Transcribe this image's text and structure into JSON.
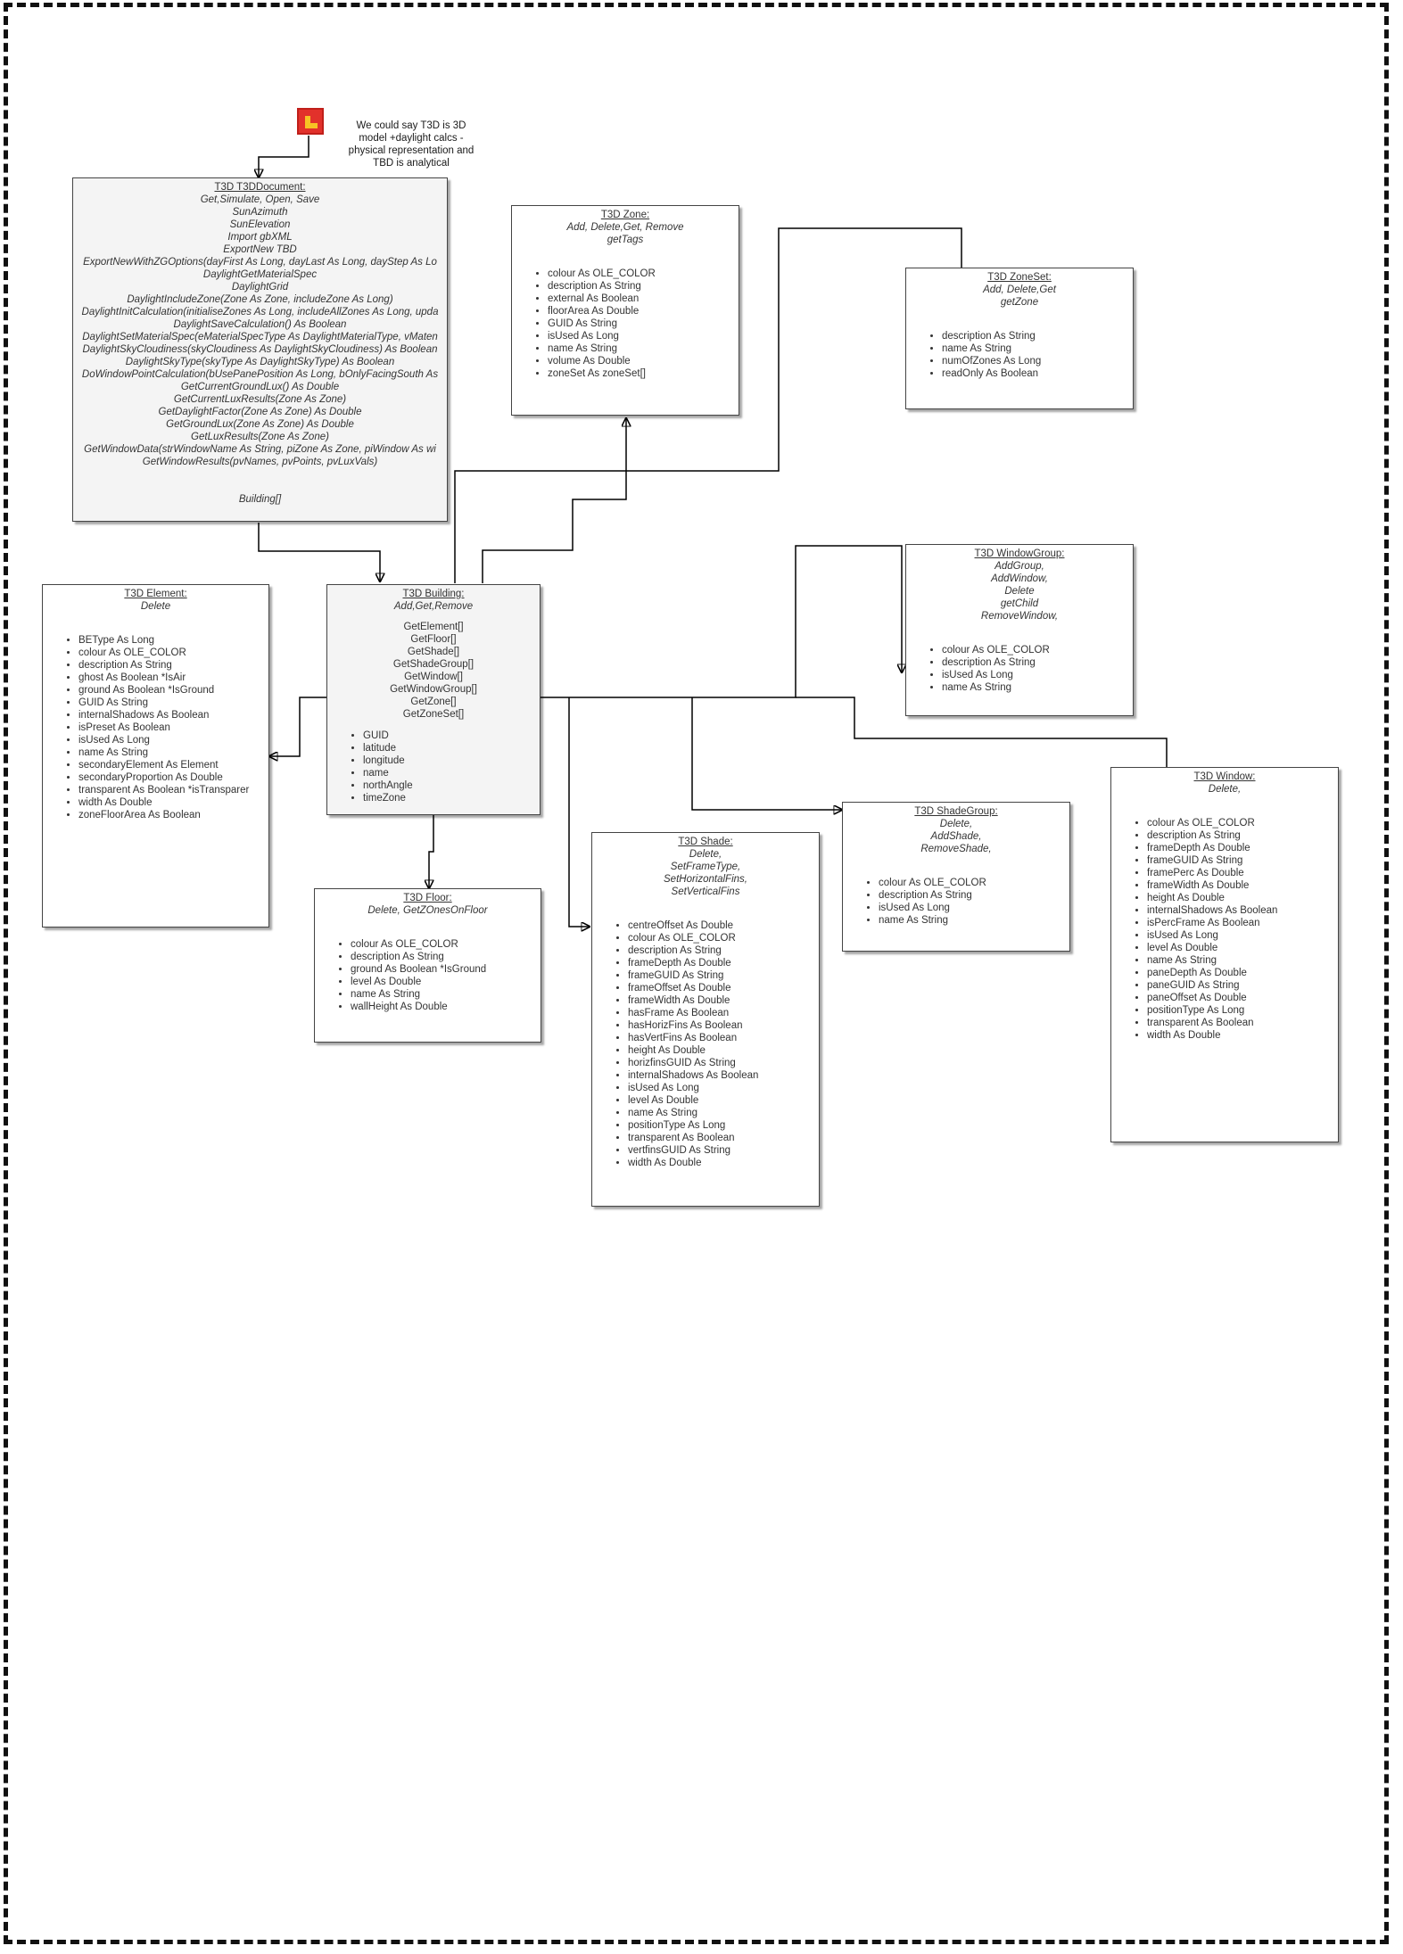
{
  "note": {
    "lines": [
      "We could say T3D is 3D",
      "model +daylight calcs -",
      "physical representation and",
      "TBD is analytical"
    ]
  },
  "colors": {
    "logo_red": "#e2312b",
    "logo_yellow": "#f7c324",
    "box_border": "#444444",
    "grey_fill": "#f4f4f4"
  },
  "boxes": {
    "document": {
      "title": "T3D T3DDocument:",
      "methods": [
        "Get,Simulate, Open, Save",
        "SunAzimuth",
        "SunElevation",
        "Import gbXML",
        "ExportNew TBD",
        "ExportNewWithZGOptions(dayFirst As Long, dayLast As Long, dayStep As Lo",
        "DaylightGetMaterialSpec",
        "DaylightGrid",
        "DaylightIncludeZone(Zone As Zone, includeZone As Long)",
        "DaylightInitCalculation(initialiseZones As Long, includeAllZones As Long, upda",
        "DaylightSaveCalculation() As Boolean",
        "DaylightSetMaterialSpec(eMaterialSpecType As DaylightMaterialType, vMaten",
        "DaylightSkyCloudiness(skyCloudiness As DaylightSkyCloudiness) As Boolean",
        "DaylightSkyType(skyType As DaylightSkyType) As Boolean",
        "DoWindowPointCalculation(bUsePanePosition As Long, bOnlyFacingSouth As",
        "GetCurrentGroundLux() As Double",
        "GetCurrentLuxResults(Zone As Zone)",
        "GetDaylightFactor(Zone As Zone) As Double",
        "GetGroundLux(Zone As Zone) As Double",
        "GetLuxResults(Zone As Zone)",
        "GetWindowData(strWindowName As String, piZone As Zone, piWindow As wi",
        "GetWindowResults(pvNames, pvPoints, pvLuxVals)"
      ],
      "footer": "Building[]"
    },
    "zone": {
      "title": "T3D Zone:",
      "methods": [
        "Add, Delete,Get, Remove",
        "getTags"
      ],
      "props": [
        "colour As OLE_COLOR",
        "description As String",
        "external As Boolean",
        "floorArea As Double",
        "GUID As String",
        "isUsed As Long",
        "name As String",
        "volume As Double",
        "zoneSet As zoneSet[]"
      ]
    },
    "zoneset": {
      "title": "T3D ZoneSet:",
      "methods": [
        "Add, Delete,Get",
        "getZone"
      ],
      "props": [
        "description As String",
        "name As String",
        "numOfZones As Long",
        "readOnly As Boolean"
      ]
    },
    "windowgroup": {
      "title": "T3D WindowGroup:",
      "methods": [
        "AddGroup,",
        "AddWindow,",
        "Delete",
        "getChild",
        "RemoveWindow,"
      ],
      "props": [
        "colour As OLE_COLOR",
        "description As String",
        "isUsed As Long",
        "name As String"
      ]
    },
    "element": {
      "title": "T3D Element:",
      "methods": [
        "Delete"
      ],
      "props": [
        "BEType As Long",
        "colour As OLE_COLOR",
        "description As String",
        "ghost As Boolean *IsAir",
        "ground As Boolean *IsGround",
        "GUID As String",
        "internalShadows As Boolean",
        "isPreset As Boolean",
        "isUsed As Long",
        "name As String",
        "secondaryElement As Element",
        "secondaryProportion As Double",
        "transparent As Boolean *isTransparer",
        "width As Double",
        "zoneFloorArea As Boolean"
      ]
    },
    "building": {
      "title": "T3D Building:",
      "methods": [
        "Add,Get,Remove"
      ],
      "calls": [
        "GetElement[]",
        "GetFloor[]",
        "GetShade[]",
        "GetShadeGroup[]",
        "GetWindow[]",
        "GetWindowGroup[]",
        "GetZone[]",
        "GetZoneSet[]"
      ],
      "props": [
        "GUID",
        "latitude",
        "longitude",
        "name",
        "northAngle",
        "timeZone"
      ]
    },
    "floor": {
      "title": "T3D Floor:",
      "methods": [
        "Delete, GetZOnesOnFloor"
      ],
      "props": [
        "colour As OLE_COLOR",
        "description As String",
        "ground As Boolean *IsGround",
        "level As Double",
        "name As String",
        "wallHeight As Double"
      ]
    },
    "shade": {
      "title": "T3D Shade:",
      "methods": [
        "Delete,",
        "SetFrameType,",
        "SetHorizontalFins,",
        "SetVerticalFins"
      ],
      "props": [
        "centreOffset As Double",
        "colour As OLE_COLOR",
        "description As String",
        "frameDepth As Double",
        "frameGUID As String",
        "frameOffset As Double",
        "frameWidth As Double",
        "hasFrame As Boolean",
        "hasHorizFins As Boolean",
        "hasVertFins As Boolean",
        "height As Double",
        "horizfinsGUID As String",
        "internalShadows As Boolean",
        "isUsed As Long",
        "level As Double",
        "name As String",
        "positionType As Long",
        "transparent As Boolean",
        "vertfinsGUID As String",
        "width As Double"
      ]
    },
    "shadegroup": {
      "title": "T3D ShadeGroup:",
      "methods": [
        "Delete,",
        "AddShade,",
        "RemoveShade,"
      ],
      "props": [
        "colour As OLE_COLOR",
        "description As String",
        "isUsed As Long",
        "name As String"
      ]
    },
    "window": {
      "title": "T3D Window:",
      "methods": [
        "Delete,"
      ],
      "props": [
        "colour As OLE_COLOR",
        "description As String",
        "frameDepth As Double",
        "frameGUID As String",
        "framePerc As Double",
        "frameWidth As Double",
        "height As Double",
        "internalShadows As Boolean",
        "isPercFrame As Boolean",
        "isUsed As Long",
        "level As Double",
        "name As String",
        "paneDepth As Double",
        "paneGUID As String",
        "paneOffset As Double",
        "positionType As Long",
        "transparent As Boolean",
        "width As Double"
      ]
    }
  }
}
